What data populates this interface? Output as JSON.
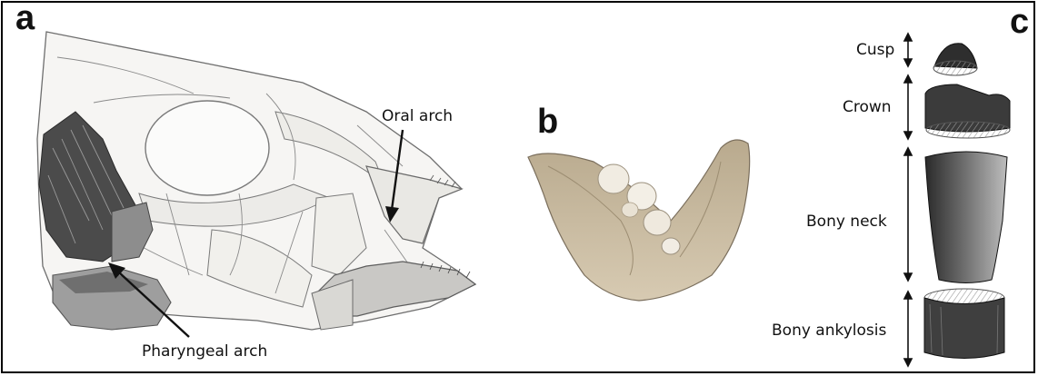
{
  "panels": {
    "a": {
      "label": "a",
      "labels": {
        "oral": "Oral arch",
        "pharyngeal": "Pharyngeal arch"
      }
    },
    "b": {
      "label": "b"
    },
    "c": {
      "label": "c",
      "parts": {
        "cusp": "Cusp",
        "crown": "Crown",
        "neck": "Bony neck",
        "ankylosis": "Bony ankylosis"
      }
    }
  }
}
